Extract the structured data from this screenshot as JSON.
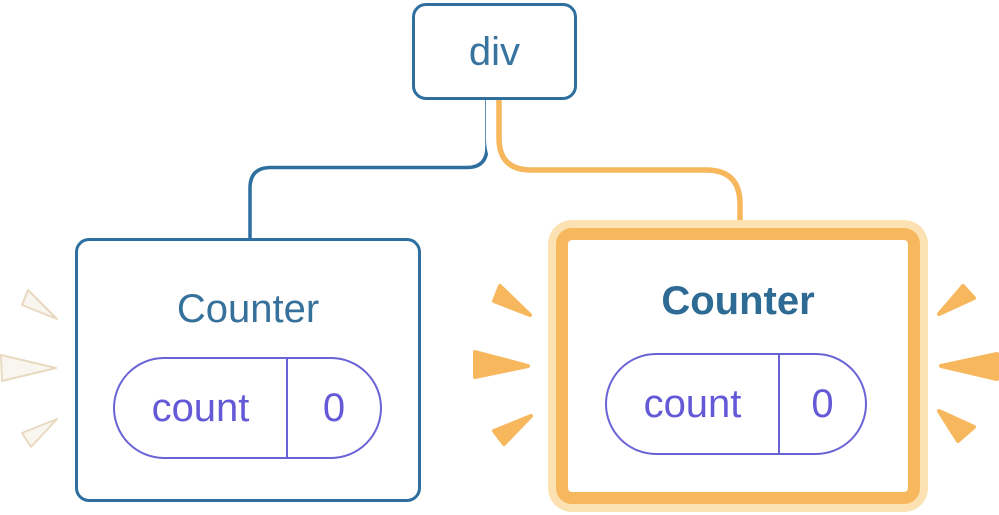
{
  "diagram": {
    "title_hint": "component tree with preserved state",
    "root": {
      "label": "div"
    },
    "children": [
      {
        "title": "Counter",
        "state_key": "count",
        "state_value": "0",
        "highlighted": false,
        "shine_color": "#f9f6f0"
      },
      {
        "title": "Counter",
        "state_key": "count",
        "state_value": "0",
        "highlighted": true,
        "shine_color": "#f7b75c"
      }
    ]
  },
  "colors": {
    "tree_blue": "#2f6f9f",
    "node_text_blue": "#38739f",
    "title_blue": "#36719c",
    "title_blue_bold": "#2d6b94",
    "highlight_orange": "#f7b75c",
    "highlight_orange_pale": "#fce1b2",
    "state_indigo": "#6a63d6",
    "state_text_indigo": "#6459d6",
    "connector_casing": "#ffffff",
    "background": "#ffffff"
  },
  "icons": {
    "left_burst": "shine-marks-pale",
    "right_burst": "shine-marks-orange"
  }
}
